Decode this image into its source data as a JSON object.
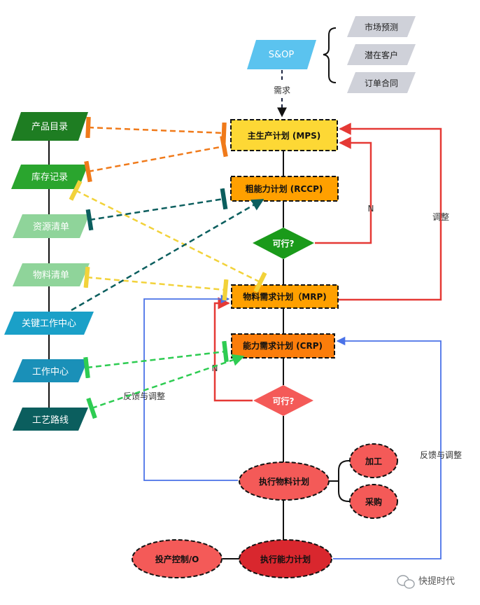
{
  "diagram": {
    "top": {
      "sop": "S&OP",
      "demand_label": "需求",
      "sources": [
        "市场预测",
        "潜在客户",
        "订单合同"
      ]
    },
    "main_flow": {
      "mps": "主生产计划 (MPS)",
      "rccp": "粗能力计划 (RCCP)",
      "feasible_1": "可行?",
      "n_label_1": "N",
      "adjust_label": "调整",
      "mrp": "物料需求计划（MRP)",
      "crp": "能力需求计划 (CRP)",
      "feasible_2": "可行?",
      "n_label_2": "N",
      "exec_material": "执行物料计划",
      "process": "加工",
      "purchase": "采购",
      "exec_capacity": "执行能力计划",
      "io_control": "投产控制/O",
      "feedback_left": "反馈与调整",
      "feedback_right": "反馈与调整"
    },
    "left_inputs": [
      "产品目录",
      "库存记录",
      "资源清单",
      "物料清单",
      "关键工作中心",
      "工作中心",
      "工艺路线"
    ],
    "watermark": "快提时代",
    "colors": {
      "green_dark": "#1e7d22",
      "green_mid": "#2aa52e",
      "green_light": "#8fd49a",
      "teal_blue": "#1aa0c8",
      "teal_dark": "#0b5e5e",
      "sop_blue": "#5bc3ef",
      "mps_yellow": "#fdd835",
      "orange": "#ffa000",
      "deep_orange": "#fb7d0b",
      "red": "#e53935",
      "coral": "#f45a58",
      "blue_line": "#4a72e8"
    }
  }
}
